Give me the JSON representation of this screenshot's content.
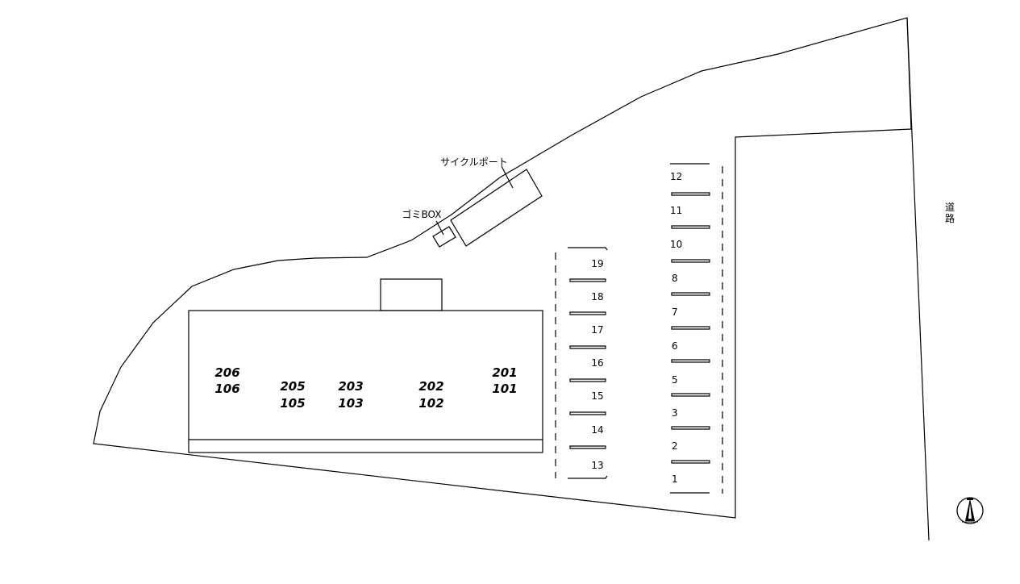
{
  "labels": {
    "cycle_port": "サイクルポート",
    "trash_box": "ゴミBOX",
    "road_char_1": "道",
    "road_char_2": "路"
  },
  "units": [
    {
      "upper": "206",
      "lower": "106"
    },
    {
      "upper": "205",
      "lower": "105"
    },
    {
      "upper": "203",
      "lower": "103"
    },
    {
      "upper": "202",
      "lower": "102"
    },
    {
      "upper": "201",
      "lower": "101"
    }
  ],
  "parking_left": [
    "19",
    "18",
    "17",
    "16",
    "15",
    "14",
    "13"
  ],
  "parking_right": [
    "12",
    "11",
    "10",
    "8",
    "7",
    "6",
    "5",
    "3",
    "2",
    "1"
  ],
  "north_arrow": "north-icon"
}
